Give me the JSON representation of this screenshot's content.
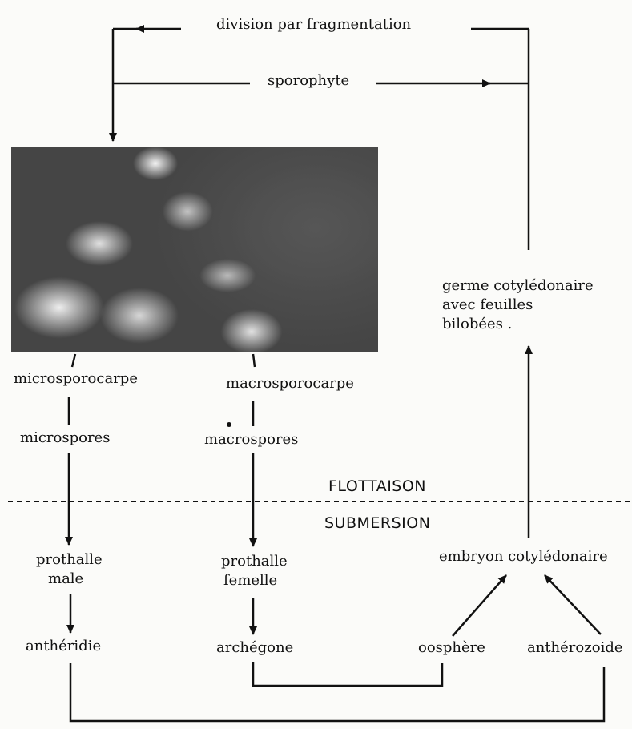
{
  "top": {
    "division": "division par fragmentation",
    "sporophyte": "sporophyte"
  },
  "right": {
    "germe_line1": "germe cotylédonaire",
    "germe_line2": "avec feuilles",
    "germe_line3": "bilobées ."
  },
  "left_column": {
    "microsporocarpe": "microsporocarpe",
    "microspores": "microspores",
    "prothalle_male_line1": "prothalle",
    "prothalle_male_line2": "male",
    "antheridie": "anthéridie"
  },
  "middle_column": {
    "macrosporocarpe": "macrosporocarpe",
    "macrospores": "macrospores",
    "prothalle_femelle_line1": "prothalle",
    "prothalle_femelle_line2": "femelle",
    "archegone": "archégone"
  },
  "zones": {
    "flottaison": "FLOTTAISON",
    "submersion": "SUBMERSION"
  },
  "bottom_right": {
    "embryon": "embryon cotylédonaire",
    "oosphere": "oosphère",
    "antherozoide": "anthérozoide"
  },
  "photo": {
    "icon": "plant-photo-icon"
  }
}
